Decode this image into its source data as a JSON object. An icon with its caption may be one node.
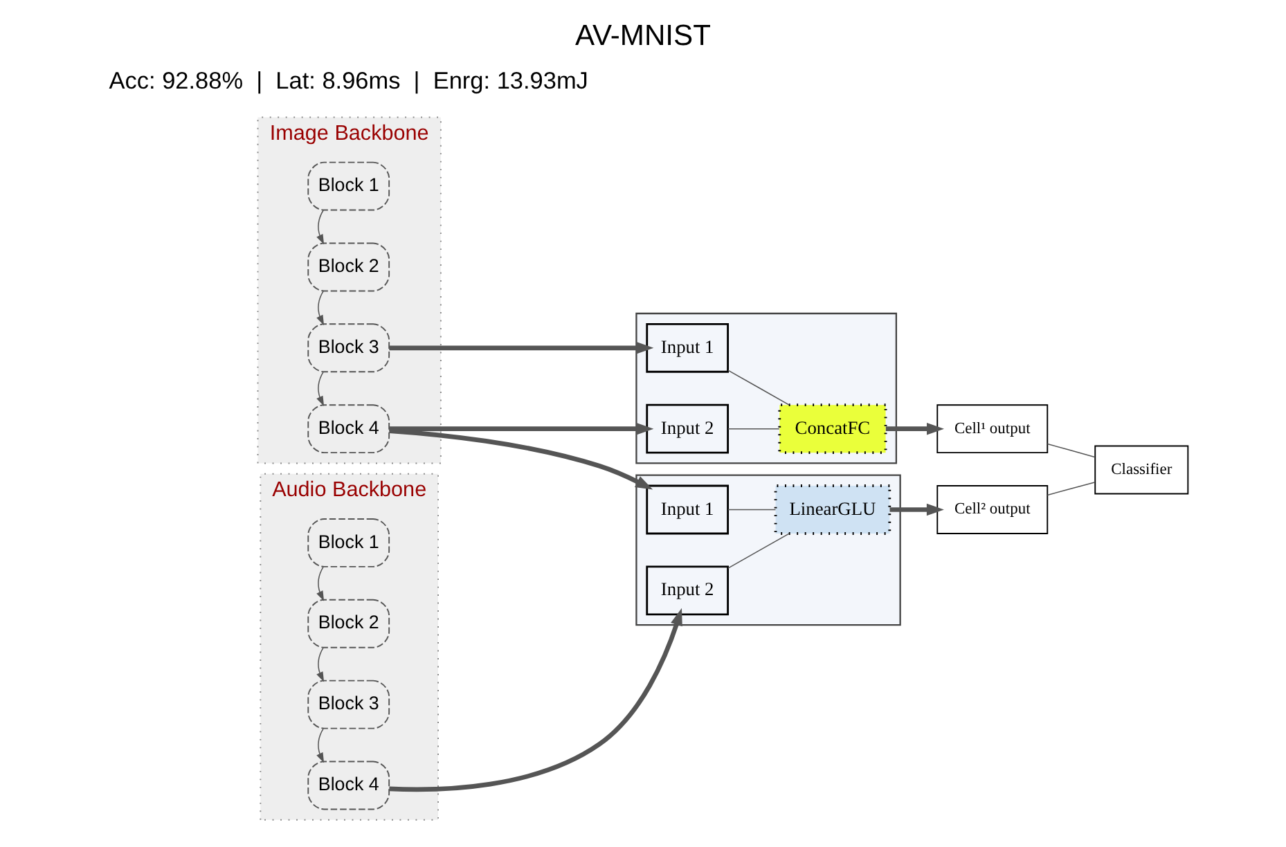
{
  "diagram": {
    "title": "AV-MNIST",
    "nodes": [
      {
        "text": [
          "Image Backbone"
        ]
      },
      {
        "text": [
          "Block 1"
        ],
        "in": 0
      },
      {
        "text": [
          "Block 2"
        ],
        "in": 0
      },
      {
        "text": [
          "Block 3"
        ],
        "in": 0
      },
      {
        "text": [
          "Block 4"
        ],
        "in": 0
      },
      {
        "text": [
          "Audio Backbone"
        ]
      },
      {
        "text": [
          "Block 1"
        ],
        "in": 5
      },
      {
        "text": [
          "Block 2"
        ],
        "in": 5
      },
      {
        "text": [
          "Block 3"
        ],
        "in": 5
      },
      {
        "text": [
          "Block 4"
        ],
        "in": 5
      },
      {
        "text": [],
        "shape": "box"
      },
      {
        "text": [
          "Input 1"
        ],
        "in": 10
      },
      {
        "text": [
          "Input 2"
        ],
        "in": 10
      },
      {
        "text": [
          "ConcatFC"
        ],
        "in": 10
      },
      {
        "text": [],
        "shape": "box"
      },
      {
        "text": [
          "Input 1"
        ],
        "in": 14
      },
      {
        "text": [
          "Input 2"
        ],
        "in": 14
      },
      {
        "text": [
          "LinearGLU"
        ],
        "in": 14
      },
      {
        "text": [
          "Cell¹ output"
        ]
      },
      {
        "text": [
          "Cell² output"
        ]
      },
      {
        "text": [
          "Classifier"
        ]
      }
    ],
    "edges": [
      {
        "from": 1,
        "to": 2,
        "arrow": "to"
      },
      {
        "from": 2,
        "to": 3,
        "arrow": "to"
      },
      {
        "from": 3,
        "to": 4,
        "arrow": "to"
      },
      {
        "from": 6,
        "to": 7,
        "arrow": "to"
      },
      {
        "from": 7,
        "to": 8,
        "arrow": "to"
      },
      {
        "from": 8,
        "to": 9,
        "arrow": "to"
      },
      {
        "from": 3,
        "to": 11,
        "arrow": "to",
        "style": "thick"
      },
      {
        "from": 4,
        "to": 12,
        "arrow": "to",
        "style": "thick"
      },
      {
        "from": 4,
        "to": 15,
        "arrow": "to",
        "style": "thick"
      },
      {
        "from": 9,
        "to": 16,
        "arrow": "to",
        "style": "thick"
      },
      {
        "from": 11,
        "to": 13,
        "arrow": "none"
      },
      {
        "from": 12,
        "to": 13,
        "arrow": "none"
      },
      {
        "from": 15,
        "to": 17,
        "arrow": "none"
      },
      {
        "from": 16,
        "to": 17,
        "arrow": "none"
      },
      {
        "from": 13,
        "to": 18,
        "arrow": "to",
        "style": "thick"
      },
      {
        "from": 17,
        "to": 19,
        "arrow": "to",
        "style": "thick"
      },
      {
        "from": 18,
        "to": 20,
        "arrow": "none"
      },
      {
        "from": 19,
        "to": 20,
        "arrow": "none"
      }
    ],
    "labels": [
      "Acc: 92.88%  |  Lat: 8.96ms  |  Enrg: 13.93mJ"
    ]
  }
}
